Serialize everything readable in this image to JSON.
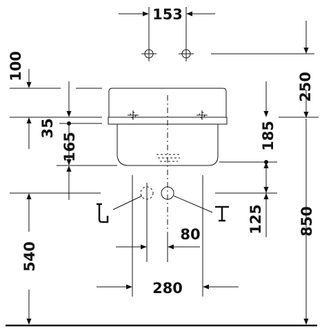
{
  "dimensions": {
    "hole_spacing": "153",
    "top_to_holes": "100",
    "holes_to_floor_ref": "250",
    "rim_to_hole_center": "35",
    "hole_to_bowl_bottom": "165",
    "outlet_height": "185",
    "outlet_offset": "125",
    "waste_offset": "80",
    "width_between_supply": "280",
    "outlet_floor_height": "540",
    "total_height": "850"
  },
  "symbols": {
    "left_supply": "valve-icon",
    "right_supply": "tee-icon"
  }
}
